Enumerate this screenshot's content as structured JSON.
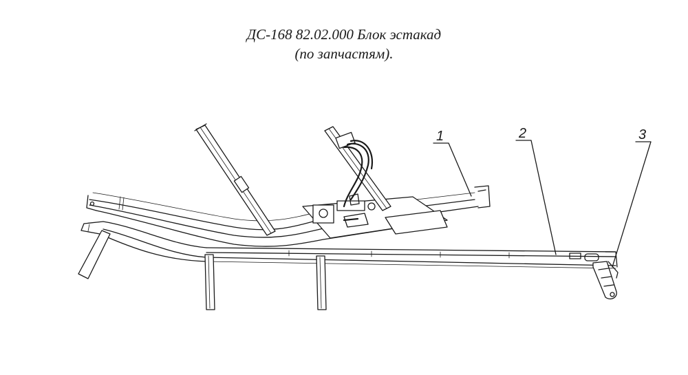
{
  "title": {
    "line1": "ДС-168 82.02.000 Блок эстакад",
    "line2": "(по запчастям)."
  },
  "callouts": [
    {
      "label": "1"
    },
    {
      "label": "2"
    },
    {
      "label": "3"
    }
  ]
}
